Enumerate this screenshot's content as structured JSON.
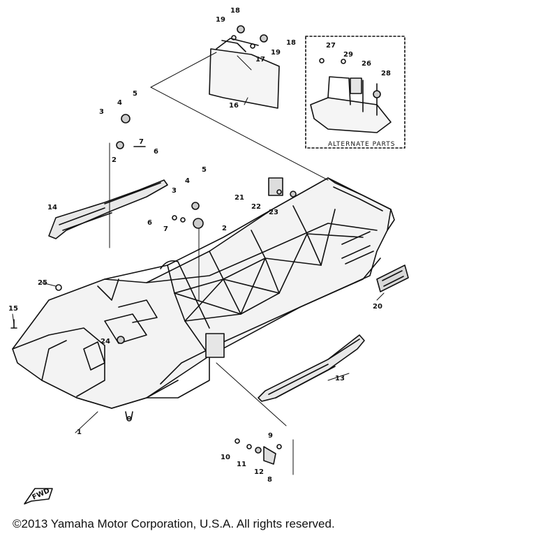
{
  "diagram": {
    "alternate_label": "ALTERNATE PARTS",
    "fwd_label": "FWD",
    "callouts": {
      "c1": "1",
      "c2a": "2",
      "c2b": "2",
      "c3a": "3",
      "c3b": "3",
      "c4a": "4",
      "c4b": "4",
      "c5a": "5",
      "c5b": "5",
      "c6a": "6",
      "c6b": "6",
      "c7a": "7",
      "c7b": "7",
      "c8": "8",
      "c9": "9",
      "c10": "10",
      "c11": "11",
      "c12": "12",
      "c14": "14",
      "c15": "15",
      "c16": "16",
      "c17": "17",
      "c18a": "18",
      "c18b": "18",
      "c19a": "19",
      "c19b": "19",
      "c20": "20",
      "c21": "21",
      "c22": "22",
      "c23": "23",
      "c24": "24",
      "c25": "25",
      "c26": "26",
      "c27": "27",
      "c28": "28",
      "c29": "29",
      "c13": "13"
    }
  },
  "footer": {
    "copyright": "©2013 Yamaha Motor Corporation, U.S.A. All rights reserved."
  }
}
